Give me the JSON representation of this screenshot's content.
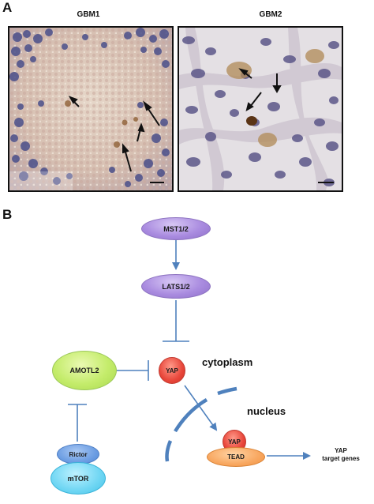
{
  "panel_a": {
    "label": "A",
    "images": [
      {
        "title": "GBM1"
      },
      {
        "title": "GBM2"
      }
    ]
  },
  "panel_b": {
    "label": "B",
    "nodes": {
      "mst": "MST1/2",
      "lats": "LATS1/2",
      "amotl2": "AMOTL2",
      "yap_cyto": "YAP",
      "yap_nuc": "YAP",
      "tead": "TEAD",
      "rictor": "Rictor",
      "mtor": "mTOR"
    },
    "regions": {
      "cytoplasm": "cytoplasm",
      "nucleus": "nucleus"
    },
    "target": {
      "line1": "YAP",
      "line2": "target genes"
    }
  },
  "colors": {
    "arrow": "#4f81bd",
    "purple_node": "#aa8ce0",
    "green_node": "#c4ec6b",
    "red_node": "#e8463a",
    "blue_node": "#6d9ee3",
    "cyan_node": "#6fd6f3",
    "orange_node": "#f8a760"
  }
}
